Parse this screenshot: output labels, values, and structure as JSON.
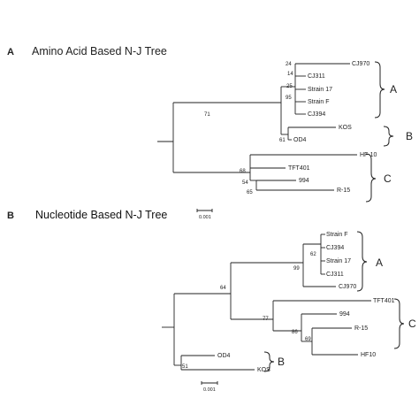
{
  "panel_a": {
    "letter": "A",
    "title": "Amino Acid Based N-J Tree",
    "leaves": [
      "CJ970",
      "CJ311",
      "Strain 17",
      "Strain F",
      "CJ394",
      "KOS",
      "OD4",
      "HF-10",
      "TFT401",
      "994",
      "R-15"
    ],
    "bootstrap": [
      "24",
      "14",
      "25",
      "95",
      "71",
      "61",
      "68",
      "54",
      "65"
    ],
    "clades": [
      "A",
      "B",
      "C"
    ],
    "scale_label": "0.001"
  },
  "panel_b": {
    "letter": "B",
    "title": "Nucleotide Based N-J Tree",
    "leaves": [
      "Strain F",
      "CJ394",
      "Strain 17",
      "CJ311",
      "CJ970",
      "TFT401",
      "994",
      "R-15",
      "HF10",
      "OD4",
      "KOS"
    ],
    "bootstrap": [
      "62",
      "99",
      "64",
      "77",
      "86",
      "69",
      "51"
    ],
    "clades": [
      "A",
      "C",
      "B"
    ],
    "scale_label": "0.001"
  }
}
